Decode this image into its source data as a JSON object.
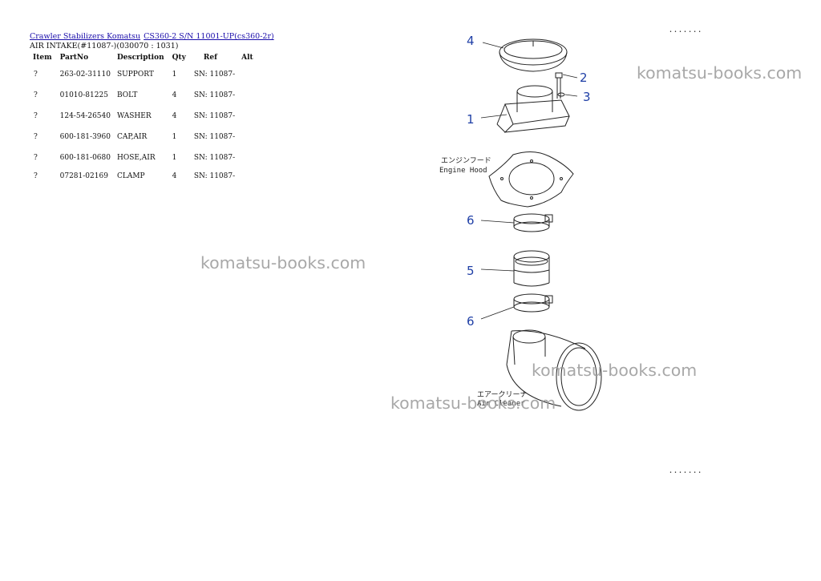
{
  "breadcrumb": {
    "link1": "Crawler Stabilizers Komatsu",
    "link2": "CS360-2 S/N 11001-UP(cs360-2r)"
  },
  "subtitle": "AIR INTAKE(#11087-)(030070 : 1031)",
  "table": {
    "headers": [
      "Item",
      "PartNo",
      "Description",
      "Qty",
      "Ref",
      "Alt"
    ],
    "rows": [
      {
        "item": "?",
        "partno": "263-02-31110",
        "description": "SUPPORT",
        "qty": "1",
        "ref": "SN: 11087-",
        "alt": ""
      },
      {
        "item": "?",
        "partno": "01010-81225",
        "description": "BOLT",
        "qty": "4",
        "ref": "SN: 11087-",
        "alt": ""
      },
      {
        "item": "?",
        "partno": "124-54-26540",
        "description": "WASHER",
        "qty": "4",
        "ref": "SN: 11087-",
        "alt": ""
      },
      {
        "item": "?",
        "partno": "600-181-3960",
        "description": "CAP,AIR",
        "qty": "1",
        "ref": "SN: 11087-",
        "alt": ""
      },
      {
        "item": "?",
        "partno": "600-181-0680",
        "description": "HOSE,AIR",
        "qty": "1",
        "ref": "SN: 11087-",
        "alt": ""
      },
      {
        "item": "?",
        "partno": "07281-02169",
        "description": "CLAMP",
        "qty": "4",
        "ref": "SN: 11087-",
        "alt": ""
      }
    ]
  },
  "watermark": "komatsu-books.com",
  "diagram": {
    "callouts": [
      "4",
      "2",
      "3",
      "1",
      "6",
      "5",
      "6"
    ],
    "engine_hood_jp": "エンジンフード",
    "engine_hood_en": "Engine Hood",
    "air_cleaner_jp": "エアークリーナ",
    "air_cleaner_en": "Air Cleaner",
    "corner_code_top": "• • • • • • •",
    "corner_code_bottom": "• • • • • • •"
  }
}
